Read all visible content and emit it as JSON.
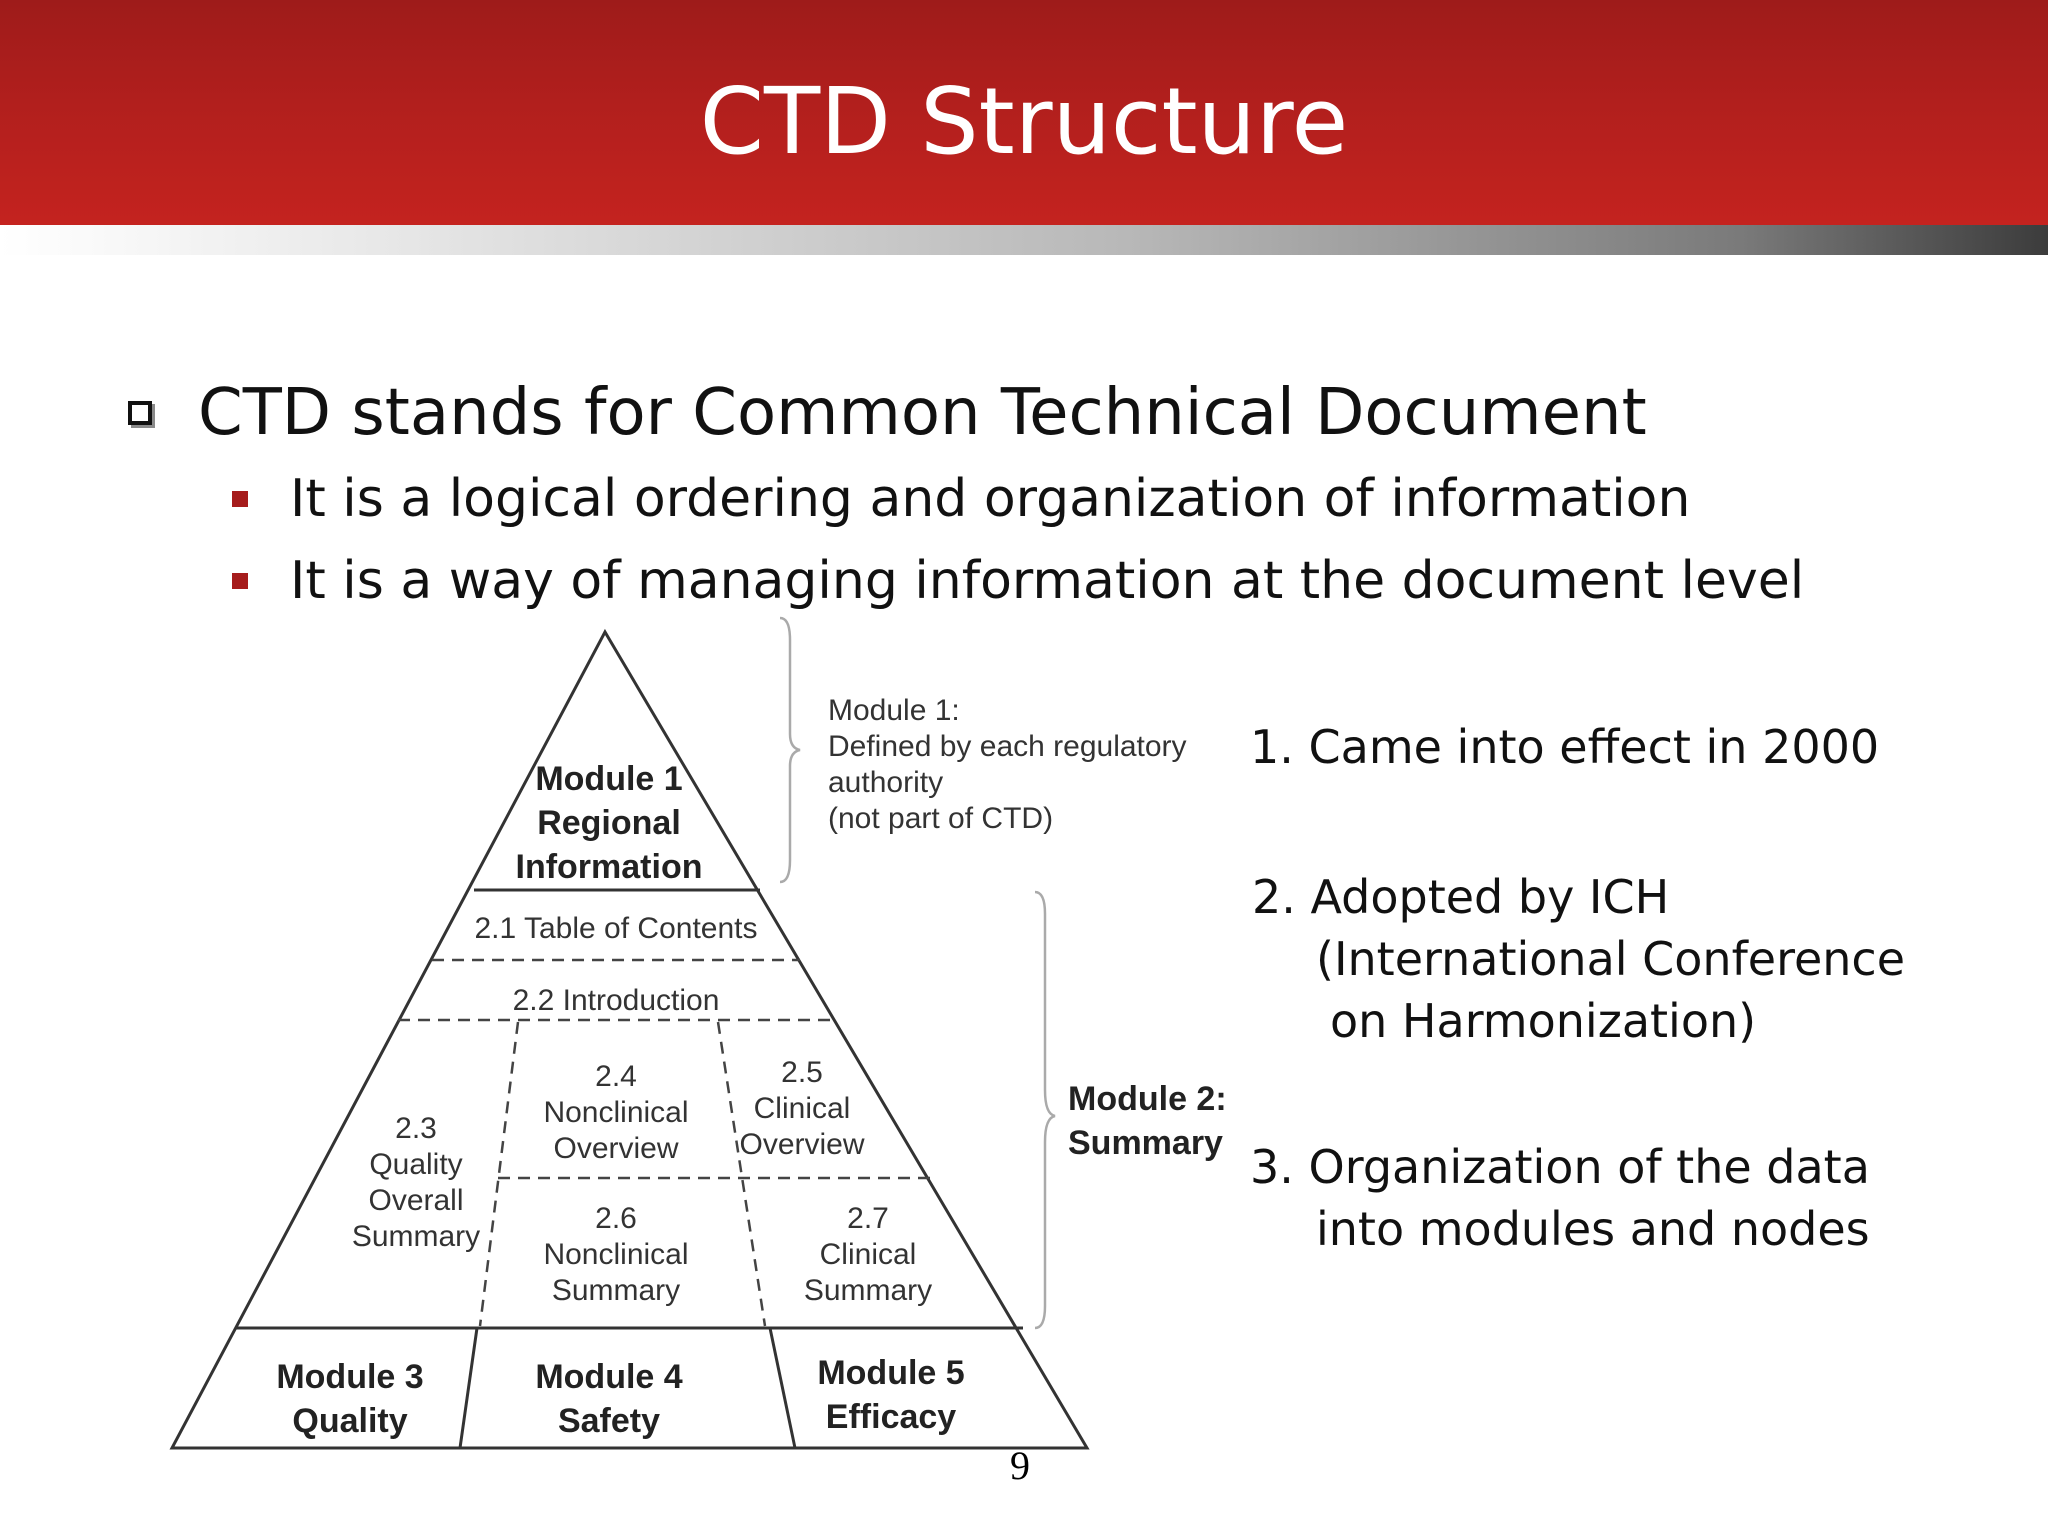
{
  "colors": {
    "header": "#b11f1d",
    "bullet": "#a61c1c"
  },
  "header": {
    "title": "CTD Structure"
  },
  "bullets": {
    "main": "CTD stands for Common Technical Document",
    "sub": [
      "It is a logical ordering and organization of information",
      "It is a way of managing information at the document level"
    ]
  },
  "diagram": {
    "module1": [
      "Module 1",
      "Regional",
      "Information"
    ],
    "module1_note": [
      "Module 1:",
      "Defined by each regulatory",
      "authority",
      "(not part of CTD)"
    ],
    "toc": "2.1 Table of Contents",
    "intro": "2.2 Introduction",
    "quality_summary": [
      "2.3",
      "Quality",
      "Overall",
      "Summary"
    ],
    "nonclinical_overview": [
      "2.4",
      "Nonclinical",
      "Overview"
    ],
    "clinical_overview": [
      "2.5",
      "Clinical",
      "Overview"
    ],
    "nonclinical_summary": [
      "2.6",
      "Nonclinical",
      "Summary"
    ],
    "clinical_summary": [
      "2.7",
      "Clinical",
      "Summary"
    ],
    "module2_note": [
      "Module 2:",
      "Summary"
    ],
    "module3": [
      "Module 3",
      "Quality"
    ],
    "module4": [
      "Module 4",
      "Safety"
    ],
    "module5": [
      "Module 5",
      "Efficacy"
    ]
  },
  "notes": {
    "item1": "1. Came into effect in 2000",
    "item2": [
      "2.  Adopted by ICH",
      "(International Conference",
      "on Harmonization)"
    ],
    "item3": [
      "3. Organization of the data",
      "into modules and nodes"
    ]
  },
  "page_number": "9"
}
